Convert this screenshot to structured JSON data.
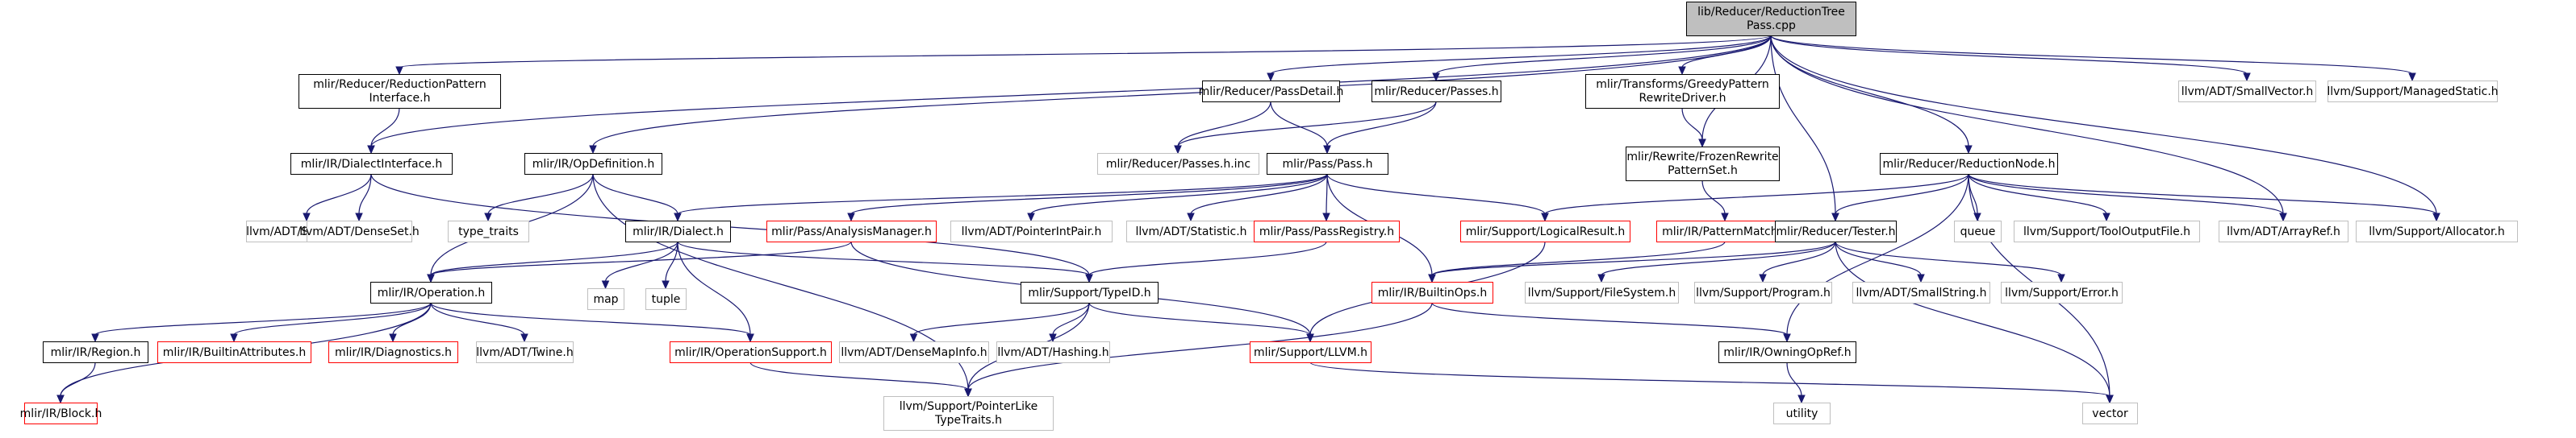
{
  "colors": {
    "edge": "#191970",
    "root_fill": "#bfbfbf",
    "root_border": "#000000",
    "doc_border": "#000000",
    "red_border": "#ff0000",
    "ext_border": "#bfbfbf",
    "ext_text": "#808080"
  },
  "nodes": [
    {
      "id": "root",
      "kind": "root",
      "lines": [
        "lib/Reducer/ReductionTree",
        "Pass.cpp"
      ]
    },
    {
      "id": "rpi",
      "kind": "doc",
      "lines": [
        "mlir/Reducer/ReductionPattern",
        "Interface.h"
      ]
    },
    {
      "id": "passdetail",
      "kind": "doc",
      "lines": [
        "mlir/Reducer/PassDetail.h"
      ]
    },
    {
      "id": "passes",
      "kind": "doc",
      "lines": [
        "mlir/Reducer/Passes.h"
      ]
    },
    {
      "id": "greedy",
      "kind": "doc",
      "lines": [
        "mlir/Transforms/GreedyPattern",
        "RewriteDriver.h"
      ]
    },
    {
      "id": "smallvector",
      "kind": "ext",
      "lines": [
        "llvm/ADT/SmallVector.h"
      ]
    },
    {
      "id": "managedstatic",
      "kind": "ext",
      "lines": [
        "llvm/Support/ManagedStatic.h"
      ]
    },
    {
      "id": "dialectinterface",
      "kind": "doc",
      "lines": [
        "mlir/IR/DialectInterface.h"
      ]
    },
    {
      "id": "opdefinition",
      "kind": "doc",
      "lines": [
        "mlir/IR/OpDefinition.h"
      ]
    },
    {
      "id": "passesinc",
      "kind": "ext",
      "lines": [
        "mlir/Reducer/Passes.h.inc"
      ]
    },
    {
      "id": "pass",
      "kind": "doc",
      "lines": [
        "mlir/Pass/Pass.h"
      ]
    },
    {
      "id": "frozen",
      "kind": "doc",
      "lines": [
        "mlir/Rewrite/FrozenRewrite",
        "PatternSet.h"
      ]
    },
    {
      "id": "reductionnode",
      "kind": "doc",
      "lines": [
        "mlir/Reducer/ReductionNode.h"
      ]
    },
    {
      "id": "stlextras",
      "kind": "ext",
      "lines": [
        "llvm/ADT/STLExtras.h"
      ]
    },
    {
      "id": "denseset",
      "kind": "ext",
      "lines": [
        "llvm/ADT/DenseSet.h"
      ]
    },
    {
      "id": "typetraits",
      "kind": "ext",
      "lines": [
        "type_traits"
      ]
    },
    {
      "id": "dialect",
      "kind": "doc",
      "lines": [
        "mlir/IR/Dialect.h"
      ]
    },
    {
      "id": "analysis",
      "kind": "red",
      "lines": [
        "mlir/Pass/AnalysisManager.h"
      ]
    },
    {
      "id": "pointerintpair",
      "kind": "ext",
      "lines": [
        "llvm/ADT/PointerIntPair.h"
      ]
    },
    {
      "id": "statistic",
      "kind": "ext",
      "lines": [
        "llvm/ADT/Statistic.h"
      ]
    },
    {
      "id": "passregistry",
      "kind": "red",
      "lines": [
        "mlir/Pass/PassRegistry.h"
      ]
    },
    {
      "id": "logicalresult",
      "kind": "red",
      "lines": [
        "mlir/Support/LogicalResult.h"
      ]
    },
    {
      "id": "patternmatch",
      "kind": "red",
      "lines": [
        "mlir/IR/PatternMatch.h"
      ]
    },
    {
      "id": "tester",
      "kind": "doc",
      "lines": [
        "mlir/Reducer/Tester.h"
      ]
    },
    {
      "id": "queue",
      "kind": "ext",
      "lines": [
        "queue"
      ]
    },
    {
      "id": "tooloutput",
      "kind": "ext",
      "lines": [
        "llvm/Support/ToolOutputFile.h"
      ]
    },
    {
      "id": "arrayref",
      "kind": "ext",
      "lines": [
        "llvm/ADT/ArrayRef.h"
      ]
    },
    {
      "id": "allocator",
      "kind": "ext",
      "lines": [
        "llvm/Support/Allocator.h"
      ]
    },
    {
      "id": "operation",
      "kind": "doc",
      "lines": [
        "mlir/IR/Operation.h"
      ]
    },
    {
      "id": "map",
      "kind": "ext",
      "lines": [
        "map"
      ]
    },
    {
      "id": "tuple",
      "kind": "ext",
      "lines": [
        "tuple"
      ]
    },
    {
      "id": "typeid",
      "kind": "doc",
      "lines": [
        "mlir/Support/TypeID.h"
      ]
    },
    {
      "id": "builtinops",
      "kind": "red",
      "lines": [
        "mlir/IR/BuiltinOps.h"
      ]
    },
    {
      "id": "filesystem",
      "kind": "ext",
      "lines": [
        "llvm/Support/FileSystem.h"
      ]
    },
    {
      "id": "program",
      "kind": "ext",
      "lines": [
        "llvm/Support/Program.h"
      ]
    },
    {
      "id": "smallstring",
      "kind": "ext",
      "lines": [
        "llvm/ADT/SmallString.h"
      ]
    },
    {
      "id": "error",
      "kind": "ext",
      "lines": [
        "llvm/Support/Error.h"
      ]
    },
    {
      "id": "region",
      "kind": "doc",
      "lines": [
        "mlir/IR/Region.h"
      ]
    },
    {
      "id": "builtinattrs",
      "kind": "red",
      "lines": [
        "mlir/IR/BuiltinAttributes.h"
      ]
    },
    {
      "id": "diagnostics",
      "kind": "red",
      "lines": [
        "mlir/IR/Diagnostics.h"
      ]
    },
    {
      "id": "twine",
      "kind": "ext",
      "lines": [
        "llvm/ADT/Twine.h"
      ]
    },
    {
      "id": "opsupport",
      "kind": "red",
      "lines": [
        "mlir/IR/OperationSupport.h"
      ]
    },
    {
      "id": "densemapinfo",
      "kind": "ext",
      "lines": [
        "llvm/ADT/DenseMapInfo.h"
      ]
    },
    {
      "id": "hashing",
      "kind": "ext",
      "lines": [
        "llvm/ADT/Hashing.h"
      ]
    },
    {
      "id": "llvmh",
      "kind": "red",
      "lines": [
        "mlir/Support/LLVM.h"
      ]
    },
    {
      "id": "owningopref",
      "kind": "doc",
      "lines": [
        "mlir/IR/OwningOpRef.h"
      ]
    },
    {
      "id": "block",
      "kind": "red",
      "lines": [
        "mlir/IR/Block.h"
      ]
    },
    {
      "id": "pointerlike",
      "kind": "ext",
      "lines": [
        "llvm/Support/PointerLike",
        "TypeTraits.h"
      ]
    },
    {
      "id": "utility",
      "kind": "ext",
      "lines": [
        "utility"
      ]
    },
    {
      "id": "vector",
      "kind": "ext",
      "lines": [
        "vector"
      ]
    }
  ],
  "edges": [
    [
      "root",
      "rpi"
    ],
    [
      "root",
      "passdetail"
    ],
    [
      "root",
      "passes"
    ],
    [
      "root",
      "greedy"
    ],
    [
      "root",
      "smallvector"
    ],
    [
      "root",
      "managedstatic"
    ],
    [
      "root",
      "dialectinterface"
    ],
    [
      "root",
      "opdefinition"
    ],
    [
      "root",
      "frozen"
    ],
    [
      "root",
      "reductionnode"
    ],
    [
      "root",
      "tester"
    ],
    [
      "root",
      "arrayref"
    ],
    [
      "root",
      "allocator"
    ],
    [
      "rpi",
      "dialectinterface"
    ],
    [
      "passdetail",
      "passesinc"
    ],
    [
      "passdetail",
      "pass"
    ],
    [
      "passes",
      "passesinc"
    ],
    [
      "passes",
      "pass"
    ],
    [
      "greedy",
      "frozen"
    ],
    [
      "dialectinterface",
      "stlextras"
    ],
    [
      "dialectinterface",
      "denseset"
    ],
    [
      "dialectinterface",
      "typeid"
    ],
    [
      "opdefinition",
      "typetraits"
    ],
    [
      "opdefinition",
      "dialect"
    ],
    [
      "opdefinition",
      "operation"
    ],
    [
      "opdefinition",
      "pointerlike"
    ],
    [
      "pass",
      "dialect"
    ],
    [
      "pass",
      "analysis"
    ],
    [
      "pass",
      "pointerintpair"
    ],
    [
      "pass",
      "statistic"
    ],
    [
      "pass",
      "passregistry"
    ],
    [
      "pass",
      "logicalresult"
    ],
    [
      "pass",
      "builtinops"
    ],
    [
      "frozen",
      "patternmatch"
    ],
    [
      "reductionnode",
      "logicalresult"
    ],
    [
      "reductionnode",
      "tester"
    ],
    [
      "reductionnode",
      "queue"
    ],
    [
      "reductionnode",
      "tooloutput"
    ],
    [
      "reductionnode",
      "arrayref"
    ],
    [
      "reductionnode",
      "allocator"
    ],
    [
      "reductionnode",
      "owningopref"
    ],
    [
      "reductionnode",
      "vector"
    ],
    [
      "dialect",
      "operation"
    ],
    [
      "dialect",
      "map"
    ],
    [
      "dialect",
      "tuple"
    ],
    [
      "dialect",
      "typeid"
    ],
    [
      "dialect",
      "opsupport"
    ],
    [
      "analysis",
      "operation"
    ],
    [
      "analysis",
      "llvmh"
    ],
    [
      "passregistry",
      "typeid"
    ],
    [
      "logicalresult",
      "llvmh"
    ],
    [
      "patternmatch",
      "builtinops"
    ],
    [
      "tester",
      "builtinops"
    ],
    [
      "tester",
      "filesystem"
    ],
    [
      "tester",
      "program"
    ],
    [
      "tester",
      "smallstring"
    ],
    [
      "tester",
      "error"
    ],
    [
      "tester",
      "vector"
    ],
    [
      "operation",
      "region"
    ],
    [
      "operation",
      "builtinattrs"
    ],
    [
      "operation",
      "diagnostics"
    ],
    [
      "operation",
      "twine"
    ],
    [
      "operation",
      "opsupport"
    ],
    [
      "operation",
      "block"
    ],
    [
      "typeid",
      "densemapinfo"
    ],
    [
      "typeid",
      "hashing"
    ],
    [
      "typeid",
      "llvmh"
    ],
    [
      "typeid",
      "pointerlike"
    ],
    [
      "builtinops",
      "owningopref"
    ],
    [
      "builtinops",
      "pointerlike"
    ],
    [
      "owningopref",
      "utility"
    ],
    [
      "region",
      "block"
    ],
    [
      "opsupport",
      "pointerlike"
    ],
    [
      "llvmh",
      "vector"
    ]
  ]
}
